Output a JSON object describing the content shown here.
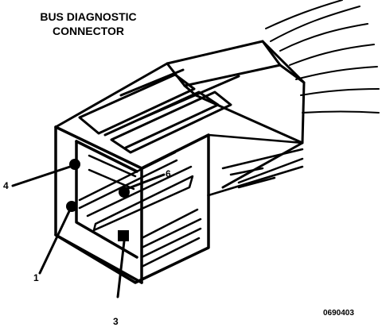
{
  "title": {
    "line1": "BUS DIAGNOSTIC",
    "line2": "CONNECTOR"
  },
  "pin_labels": {
    "pin1": "1",
    "pin3": "3",
    "pin4": "4",
    "pin6": "6"
  },
  "figure_code": "0690403",
  "colors": {
    "ink": "#000000",
    "background": "#ffffff"
  }
}
